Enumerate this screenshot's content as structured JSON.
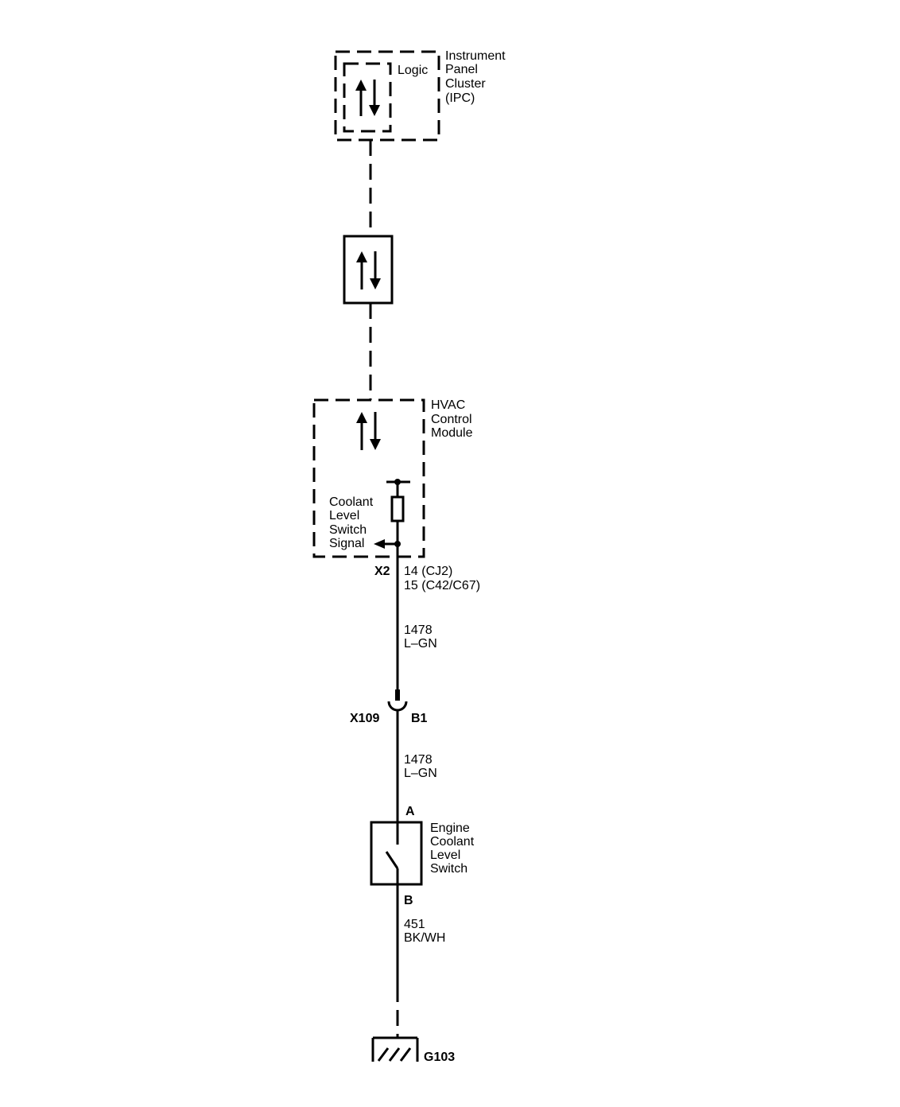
{
  "ipc": {
    "logic_label": "Logic",
    "name_lines": [
      "Instrument",
      "Panel",
      "Cluster",
      "(IPC)"
    ]
  },
  "hvac": {
    "name_lines": [
      "HVAC",
      "Control",
      "Module"
    ],
    "signal_lines": [
      "Coolant",
      "Level",
      "Switch",
      "Signal"
    ]
  },
  "hvac_connector": {
    "id": "X2",
    "pins": [
      "14 (CJ2)",
      "15 (C42/C67)"
    ]
  },
  "wire_upper": {
    "circuit": "1478",
    "color": "L–GN"
  },
  "inline_connector": {
    "id": "X109",
    "pin": "B1"
  },
  "wire_middle": {
    "circuit": "1478",
    "color": "L–GN"
  },
  "switch": {
    "pin_top": "A",
    "pin_bottom": "B",
    "name_lines": [
      "Engine",
      "Coolant",
      "Level",
      "Switch"
    ]
  },
  "wire_lower": {
    "circuit": "451",
    "color": "BK/WH"
  },
  "ground": {
    "id": "G103"
  }
}
